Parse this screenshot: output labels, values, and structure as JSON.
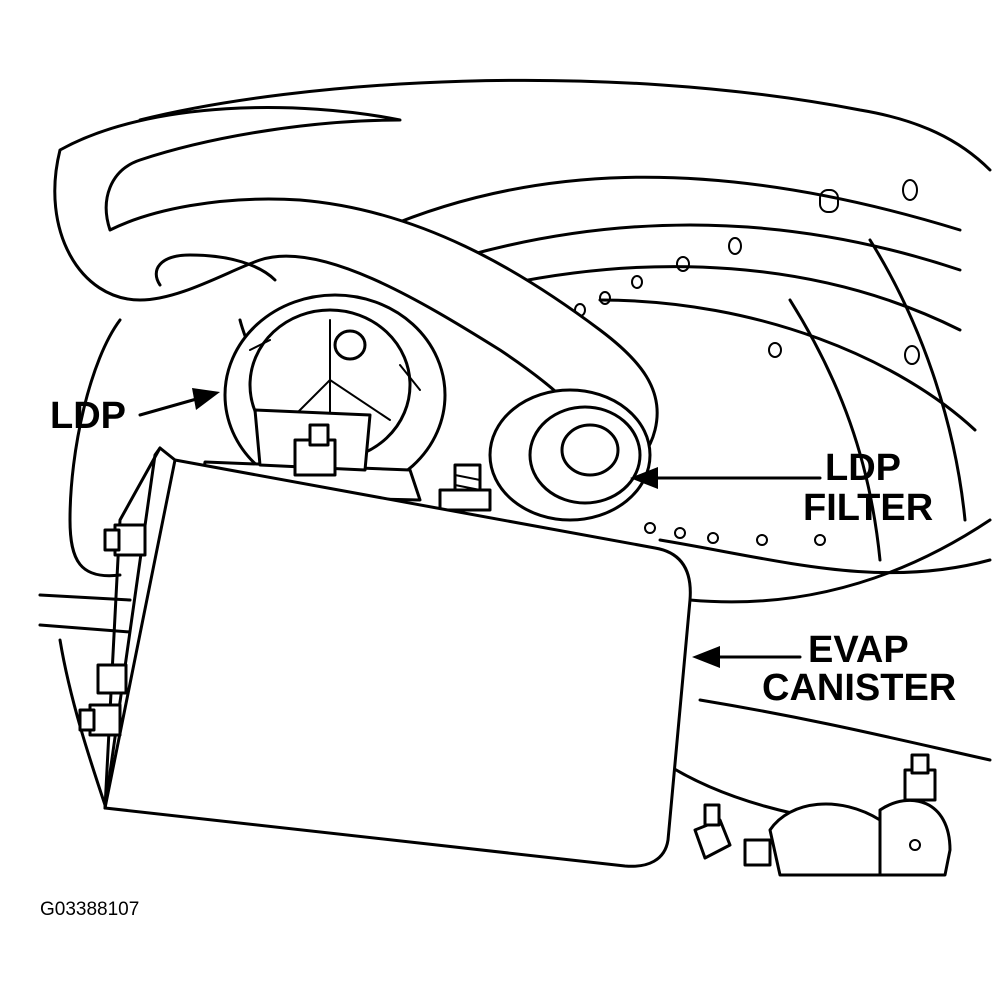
{
  "labels": {
    "ldp": "LDP",
    "ldp_filter_line1": "LDP",
    "ldp_filter_line2": "FILTER",
    "evap_line1": "EVAP",
    "evap_line2": "CANISTER"
  },
  "figure_code": "G03388107",
  "colors": {
    "ink": "#000000",
    "paper": "#ffffff"
  }
}
